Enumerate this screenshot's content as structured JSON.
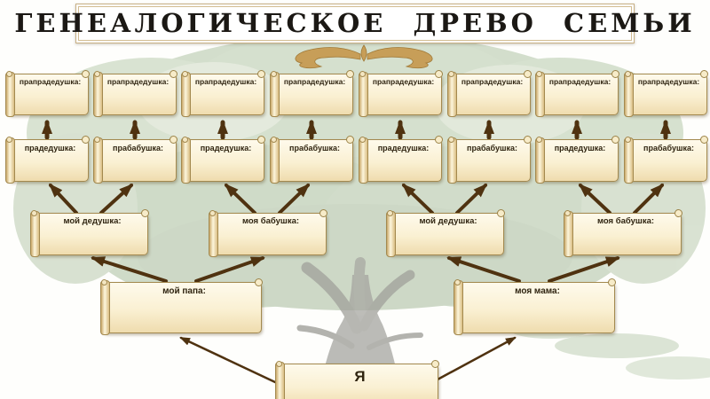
{
  "banner": {
    "title": "ГЕНЕАЛОГИЧЕСКОЕ ДРЕВО СЕМЬИ"
  },
  "rows": [
    {
      "name": "great-great-grandparents",
      "labels": [
        "прапрадедушка:",
        "прапрадедушка:",
        "прапрадедушка:",
        "прапрадедушка:",
        "прапрадедушка:",
        "прапрадедушка:",
        "прапрадедушка:",
        "прапрадедушка:"
      ]
    },
    {
      "name": "great-grandparents",
      "labels": [
        "прадедушка:",
        "прабабушка:",
        "прадедушка:",
        "прабабушка:",
        "прадедушка:",
        "прабабушка:",
        "прадедушка:",
        "прабабушка:"
      ]
    },
    {
      "name": "grandparents",
      "labels": [
        "мой дедушка:",
        "моя бабушка:",
        "мой дедушка:",
        "моя бабушка:"
      ]
    },
    {
      "name": "parents",
      "labels": [
        "мой папа:",
        "моя мама:"
      ]
    },
    {
      "name": "self",
      "labels": [
        "Я"
      ]
    }
  ],
  "colors": {
    "arrow": "#4f3210",
    "parchment_light": "#fefaec",
    "parchment_dark": "#efdcae",
    "parchment_border": "#a3894f",
    "label_text": "#2f2410",
    "title_text": "#1b1814",
    "banner_border": "#c9b185",
    "foliage_green": "#a9bf9d",
    "trunk_gray": "#a5a5a0",
    "ornament_gold": "#c79e58"
  }
}
